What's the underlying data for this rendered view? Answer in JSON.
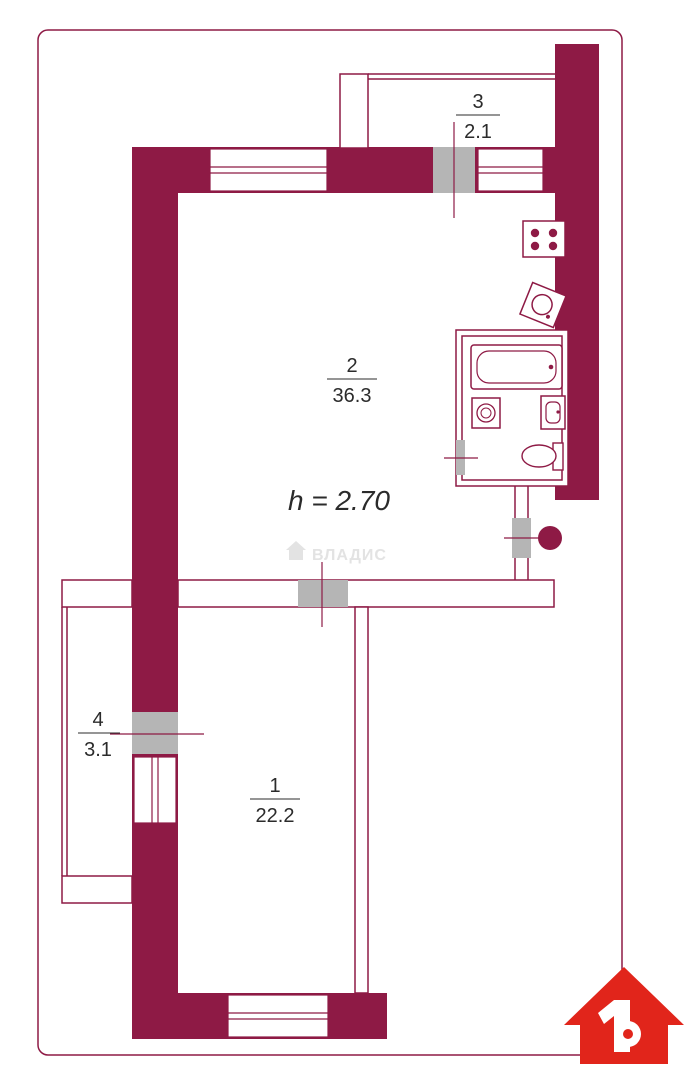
{
  "colors": {
    "wall": "#8e1a45",
    "partition_stroke": "#8e1a45",
    "door_opening": "#b5b5b5",
    "logo_red": "#e1251b",
    "watermark": "#e3e3e3",
    "text": "#2b2b2b"
  },
  "rooms": [
    {
      "id": "room-1",
      "number": "1",
      "area": "22.2"
    },
    {
      "id": "room-2",
      "number": "2",
      "area": "36.3"
    },
    {
      "id": "room-3",
      "number": "3",
      "area": "2.1"
    },
    {
      "id": "room-4",
      "number": "4",
      "area": "3.1"
    }
  ],
  "ceiling_height": {
    "symbol": "h",
    "text": " = 2.70"
  },
  "watermark": {
    "text": "ВЛАДИС"
  },
  "icons": {
    "stove": "stove-icon",
    "washer": "washing-machine-icon",
    "bathtub": "bathtub-icon",
    "sink": "sink-icon",
    "toilet": "toilet-icon",
    "riser": "riser-icon",
    "logo": "house-key-logo-icon"
  }
}
